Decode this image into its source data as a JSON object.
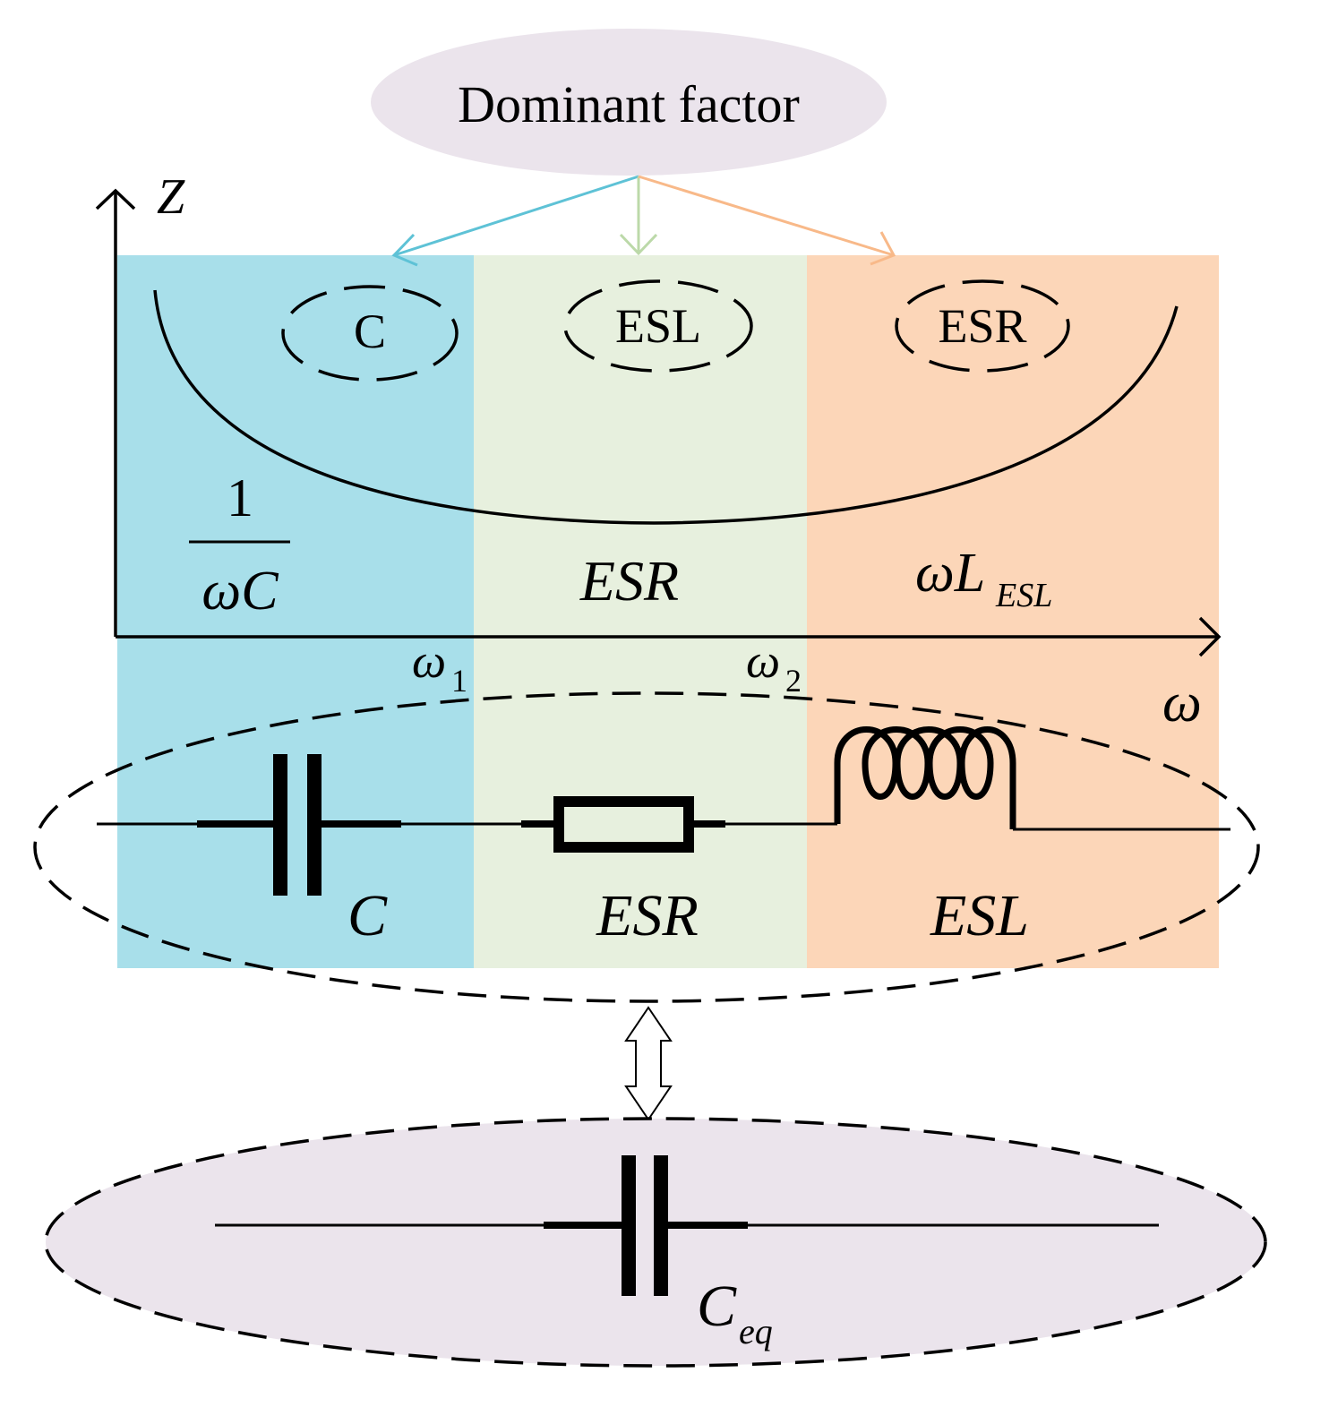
{
  "header": {
    "dominant_factor": "Dominant factor"
  },
  "axes": {
    "y_label": "Z",
    "x_label": "ω",
    "omega1_main": "ω",
    "omega1_sub": "1",
    "omega2_main": "ω",
    "omega2_sub": "2"
  },
  "regions": {
    "left": {
      "dominant": "C",
      "formula_num": "1",
      "formula_den": "ωC",
      "color": "#a8dfea"
    },
    "middle": {
      "dominant": "ESL",
      "formula": "ESR",
      "color": "#e7f0de"
    },
    "right": {
      "dominant": "ESR",
      "formula_main": "ωL",
      "formula_sub": "ESL",
      "color": "#fcd6b8"
    }
  },
  "arrow_colors": {
    "left": "#5ec2d6",
    "middle": "#bcd9a9",
    "right": "#f8b989"
  },
  "circuit": {
    "capacitor_label": "C",
    "resistor_label": "ESR",
    "inductor_label": "ESL"
  },
  "equivalent": {
    "label_main": "C",
    "label_sub": "eq",
    "fill": "#ebe4ec"
  }
}
